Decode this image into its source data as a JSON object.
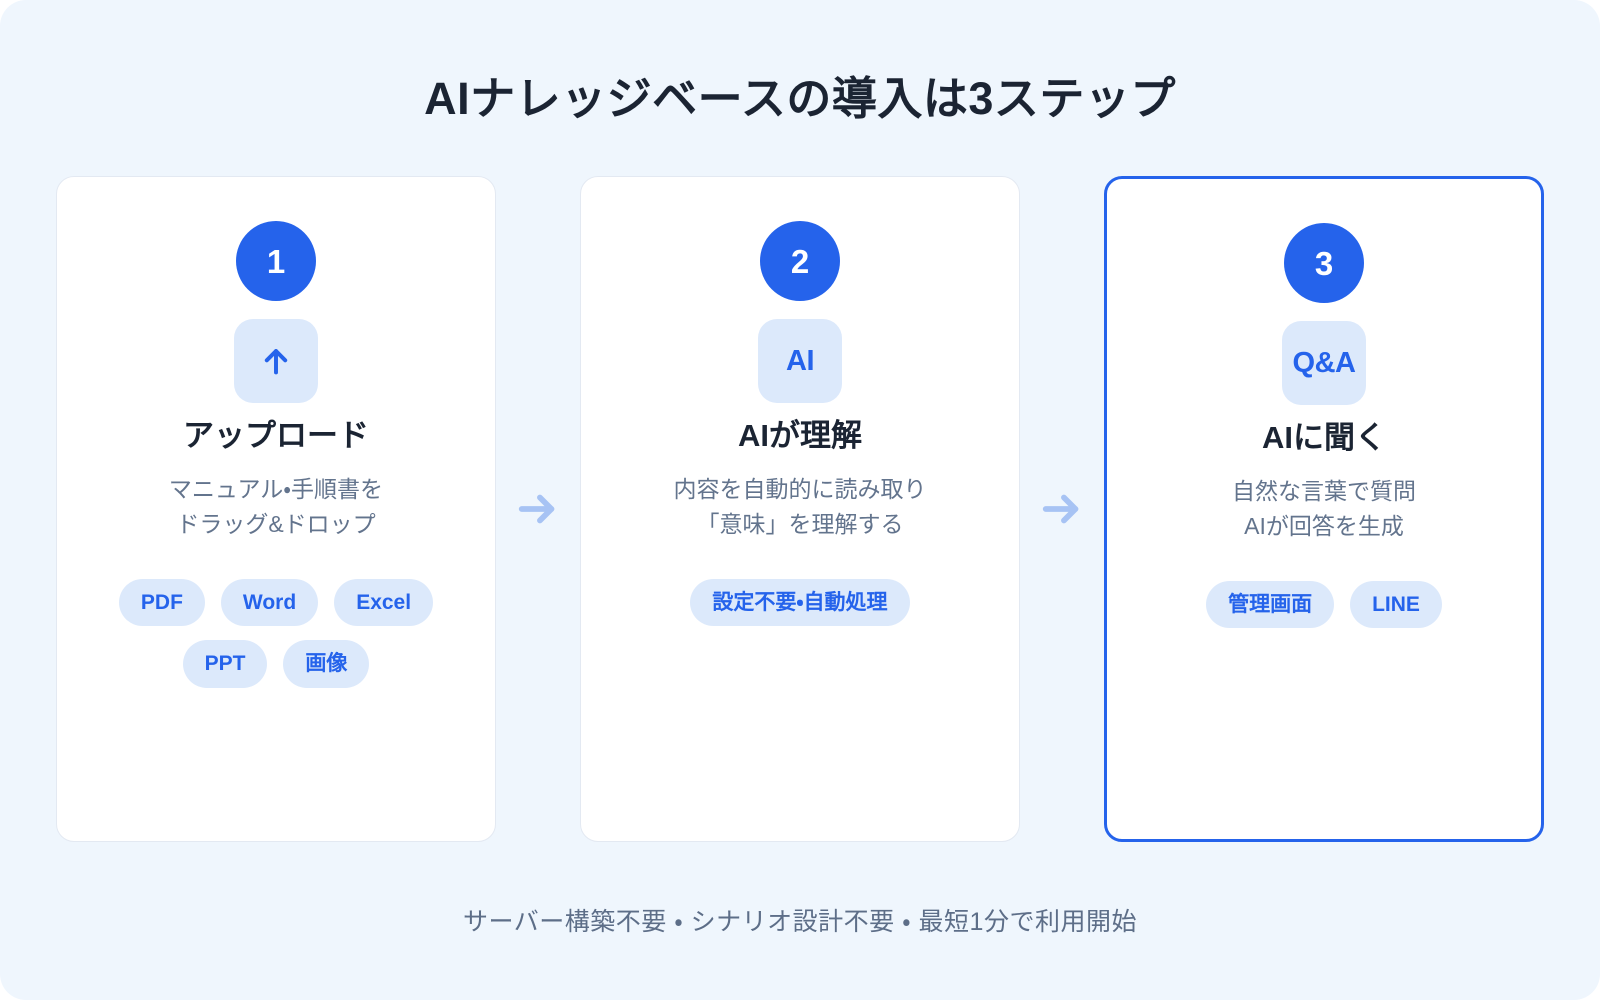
{
  "page": {
    "title": "AIナレッジベースの導入は3ステップ",
    "footer_note": "サーバー構築不要 ・ シナリオ設計不要 ・ 最短1分で利用開始",
    "background_color": "#EFF6FD",
    "accent_color": "#2563EB",
    "tag_bg_color": "#DCE9FB",
    "arrow_color": "#A7C3F4",
    "title_color": "#1B2433",
    "desc_color": "#63748D"
  },
  "steps": [
    {
      "number": "1",
      "icon": "upload-arrow-icon",
      "icon_label": "↑",
      "title": "アップロード",
      "desc_line1": "マニュアル・手順書を",
      "desc_line2": "ドラッグ&ドロップ",
      "tags": [
        "PDF",
        "Word",
        "Excel",
        "PPT",
        "画像"
      ],
      "highlighted": false
    },
    {
      "number": "2",
      "icon": "ai-text-icon",
      "icon_label": "AI",
      "title": "AIが理解",
      "desc_line1": "内容を自動的に読み取り",
      "desc_line2": "「意味」を理解する",
      "tags": [
        "設定不要・自動処理"
      ],
      "highlighted": false
    },
    {
      "number": "3",
      "icon": "qa-text-icon",
      "icon_label": "Q&A",
      "title": "AIに聞く",
      "desc_line1": "自然な言葉で質問",
      "desc_line2": "AIが回答を生成",
      "tags": [
        "管理画面",
        "LINE"
      ],
      "highlighted": true
    }
  ],
  "connectors": [
    {
      "icon": "arrow-right-icon"
    },
    {
      "icon": "arrow-right-icon"
    }
  ]
}
